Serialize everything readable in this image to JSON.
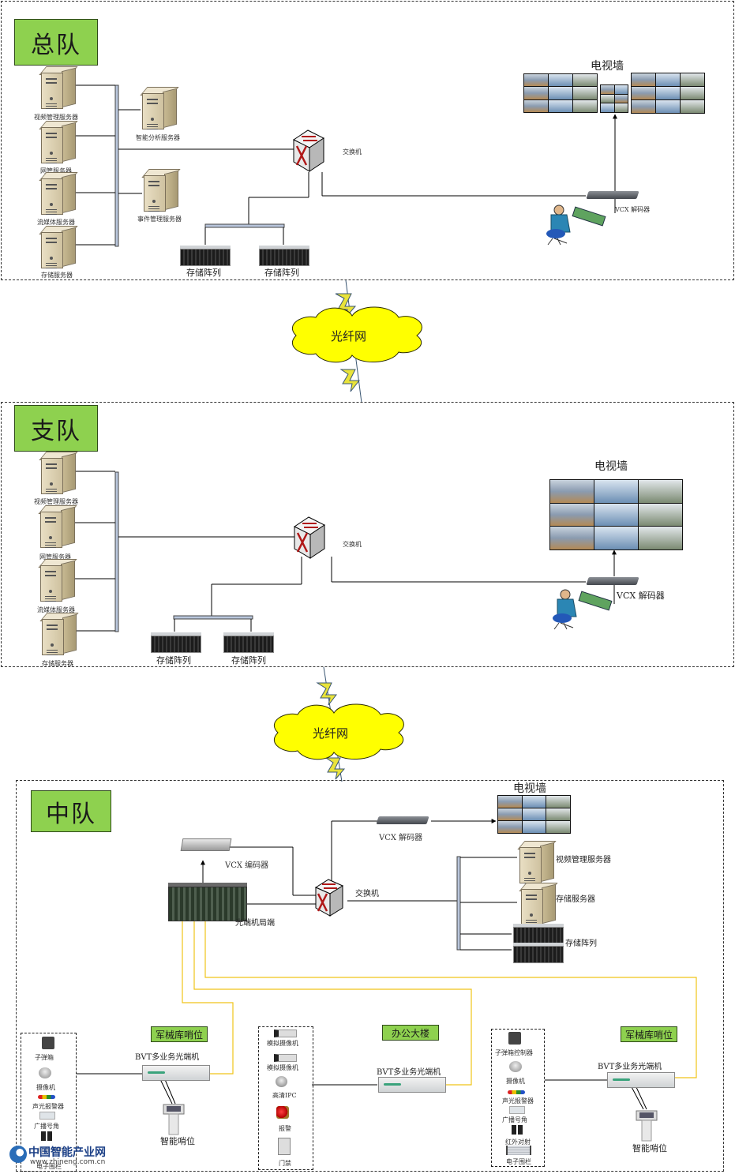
{
  "tiers": {
    "hq": {
      "title": "总队",
      "servers": [
        "视频管理服务器",
        "网管服务器",
        "流媒体服务器",
        "存储服务器"
      ],
      "aux_servers": [
        "智能分析服务器",
        "事件管理服务器"
      ],
      "switch_label": "交换机",
      "storage_arrays": [
        "存储阵列",
        "存储阵列"
      ],
      "tv_wall_title": "电视墙",
      "decoder_label": "VCX 解码器"
    },
    "detachment": {
      "title": "支队",
      "servers": [
        "视频管理服务器",
        "网管服务器",
        "流媒体服务器",
        "存储服务器"
      ],
      "switch_label": "交换机",
      "storage_arrays": [
        "存储阵列",
        "存储阵列"
      ],
      "tv_wall_title": "电视墙",
      "decoder_label": "VCX  解码器"
    },
    "squadron": {
      "title": "中队",
      "encoder_label": "VCX  编码器",
      "optical_central_label": "光端机局端",
      "switch_label": "交换机",
      "decoder_label": "VCX  解码器",
      "tv_wall_title": "电视墙",
      "servers": [
        "视频管理服务器",
        "存储服务器"
      ],
      "storage_label": "存储阵列"
    }
  },
  "links": {
    "fiber_top": "光纤网",
    "fiber_bottom": "光纤网"
  },
  "sites": [
    {
      "name": "军械库哨位",
      "device_label": "BVT多业务光端机",
      "kiosk_label": "智能哨位",
      "devices": [
        "子弹箱",
        "摄像机",
        "声光报警器",
        "广播号角",
        "红外对射",
        "电子围栏"
      ]
    },
    {
      "name": "办公大楼",
      "device_label": "BVT多业务光端机",
      "devices": [
        "模拟摄像机",
        "模拟摄像机",
        "高清IPC",
        "报警",
        "门禁"
      ]
    },
    {
      "name": "军械库哨位",
      "device_label": "BVT多业务光端机",
      "kiosk_label": "智能哨位",
      "devices": [
        "子弹箱控制器",
        "摄像机",
        "声光报警器",
        "广播号角",
        "红外对射",
        "电子围栏"
      ]
    }
  ],
  "watermark": {
    "brand": "中国智能产业网",
    "url": "www.zhineng.com.cn"
  },
  "colors": {
    "tier_label_bg": "#8ed14f",
    "cloud_fill": "#ffff00",
    "fiber_line": "#f0c419",
    "bus_bar": "#b9c6dc"
  }
}
